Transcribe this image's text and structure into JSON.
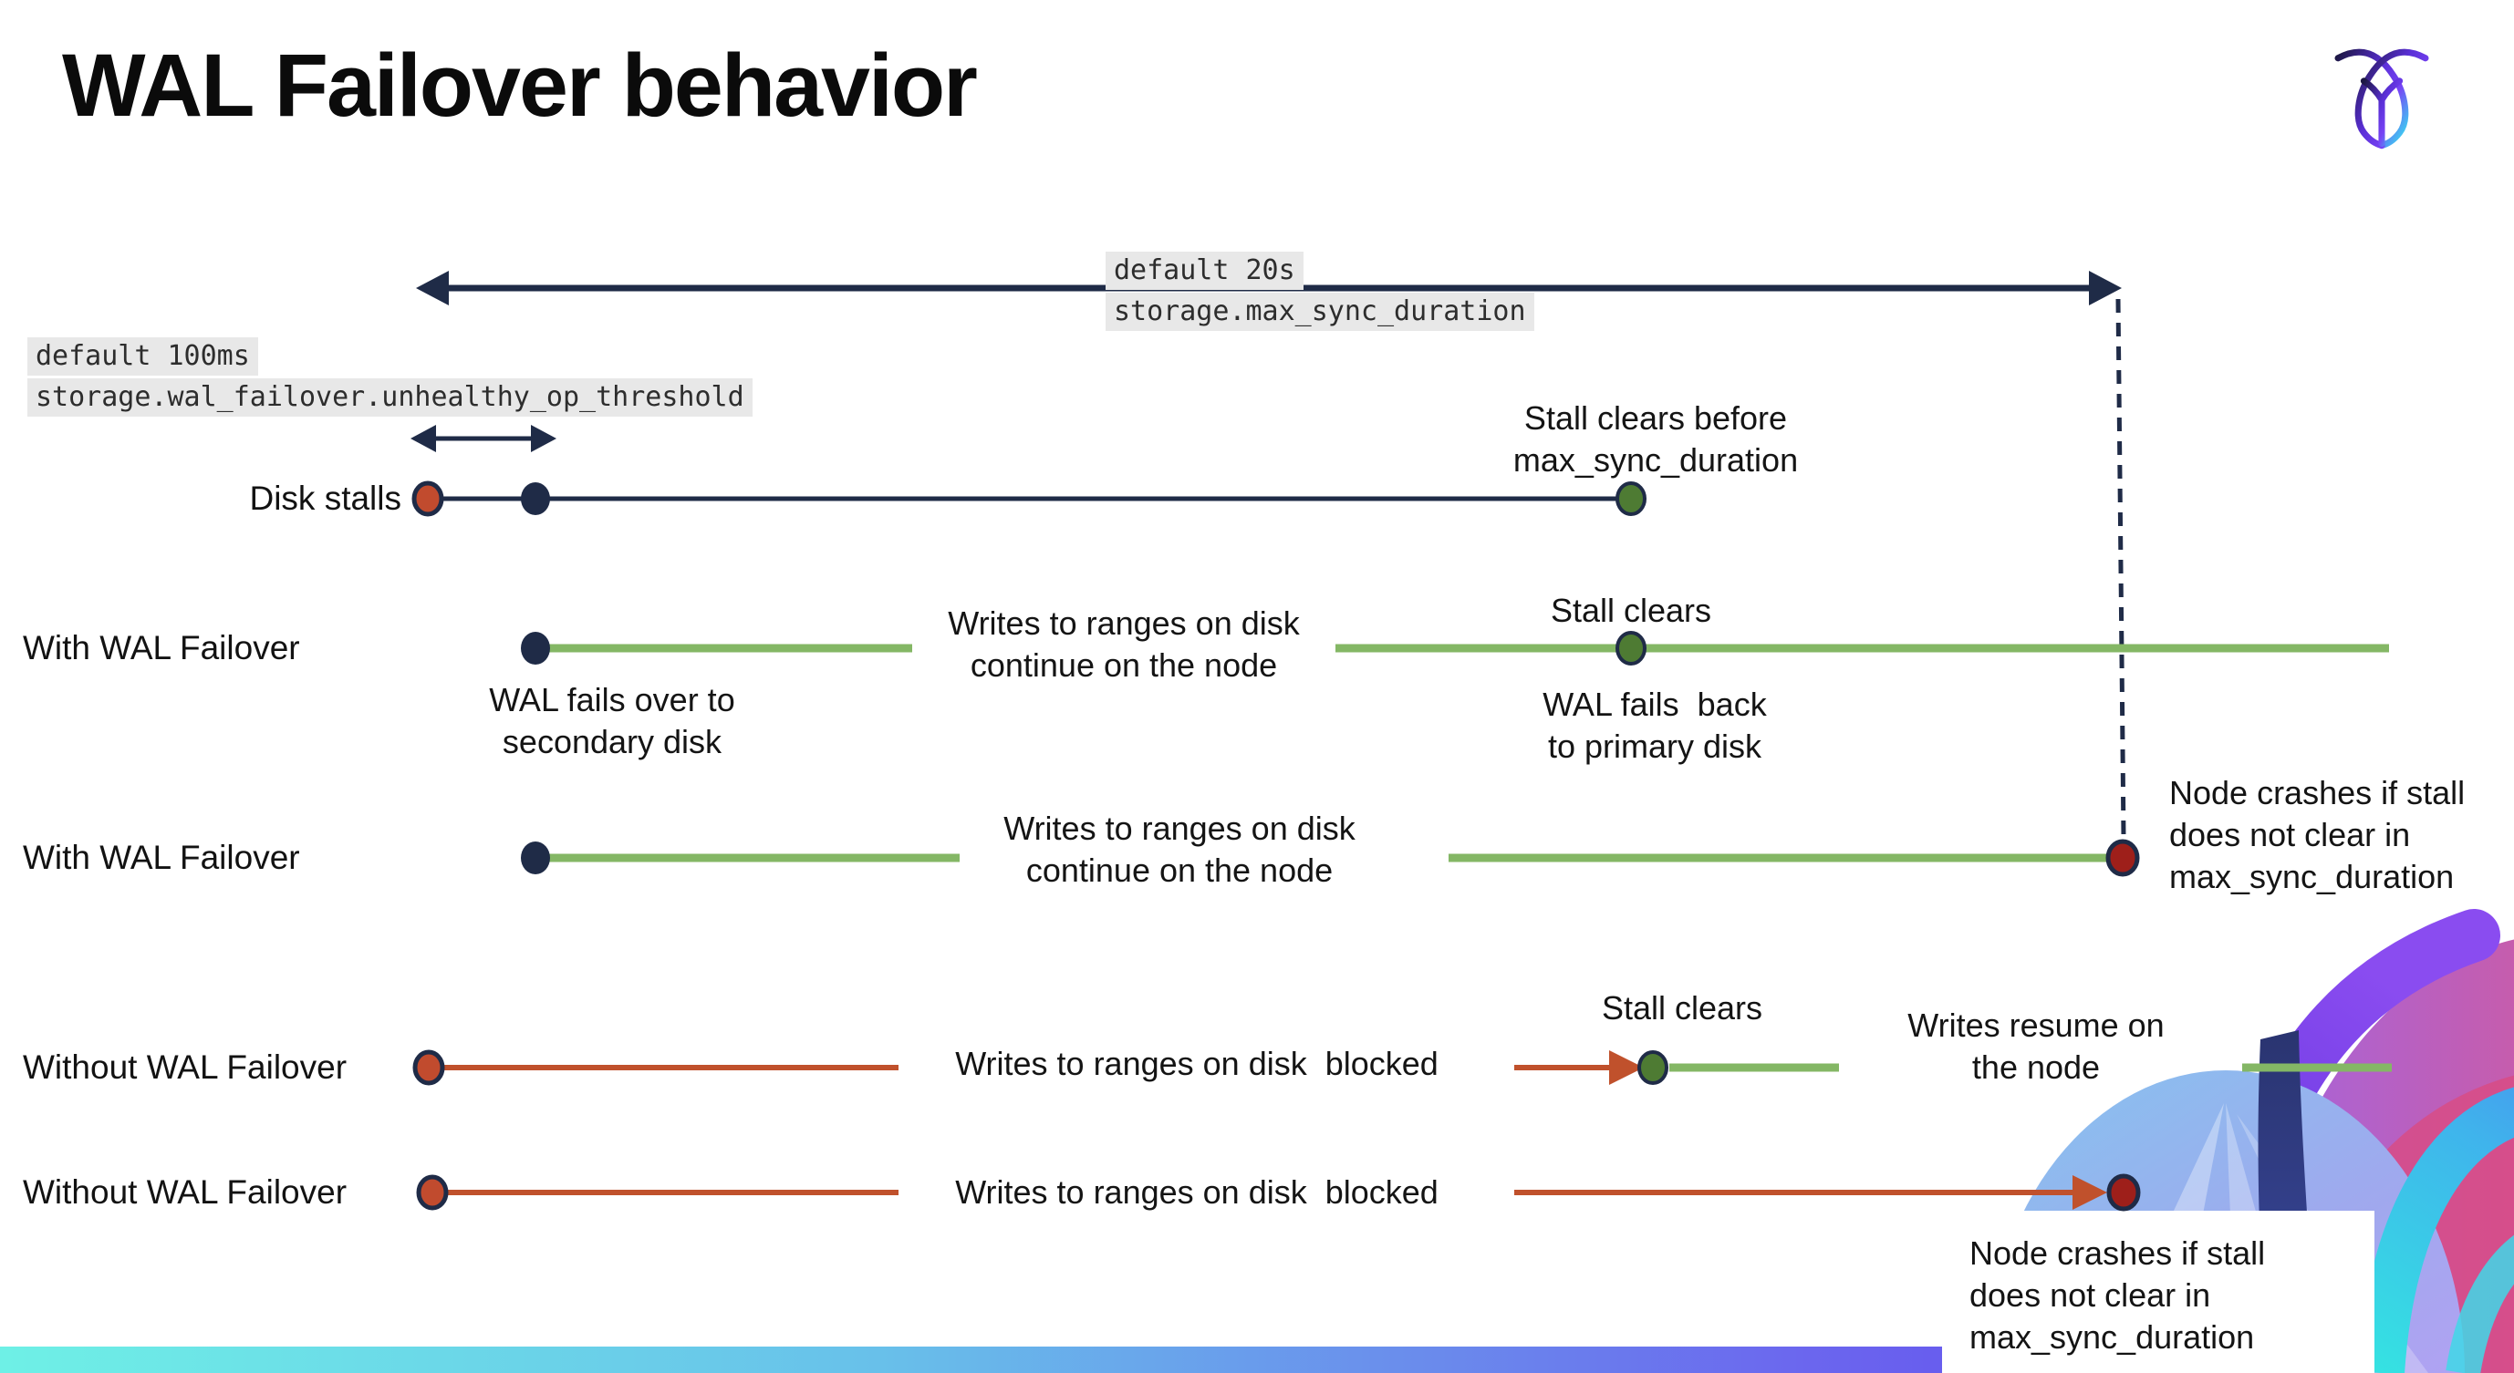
{
  "slide": {
    "title": "WAL Failover behavior"
  },
  "settings": {
    "max_sync": {
      "default_value": "default 20s",
      "setting_name": "storage.max_sync_duration"
    },
    "unhealthy_op": {
      "default_value": "default 100ms",
      "setting_name": "storage.wal_failover.unhealthy_op_threshold"
    }
  },
  "rows": [
    {
      "label": "Disk stalls"
    },
    {
      "label": "With WAL Failover"
    },
    {
      "label": "With WAL Failover"
    },
    {
      "label": "Without WAL Failover"
    },
    {
      "label": "Without WAL Failover"
    }
  ],
  "annotations": {
    "stall_clears_before": "Stall clears before\nmax_sync_duration",
    "writes_continue_row2": "Writes to ranges on disk\ncontinue on the node",
    "wal_fails_over": "WAL fails over to\nsecondary disk",
    "stall_clears_row2": "Stall clears",
    "wal_fails_back": "WAL fails  back\nto primary disk",
    "writes_continue_row3": "Writes to ranges on disk\ncontinue on the node",
    "node_crashes_row3": "Node crashes if stall\ndoes not clear in\nmax_sync_duration",
    "writes_blocked_row4": "Writes to ranges on disk  blocked",
    "stall_clears_row4": "Stall clears",
    "writes_resume": "Writes resume on\nthe node",
    "writes_blocked_row5": "Writes to ranges on disk  blocked",
    "node_crashes_row5": "Node crashes if stall\ndoes not clear in\nmax_sync_duration"
  },
  "colors": {
    "navy": "#1f2b47",
    "green_line": "#84b765",
    "green_dot": "#4e7b33",
    "red_dot": "#c14b2e",
    "crash_red": "#9e1f1a",
    "red_line": "#c0512c",
    "highlight_bg": "#e8e8e8",
    "text": "#141414",
    "title": "#0b0b0b",
    "bar_left": "#6ef0e6",
    "bar_mid1": "#68c0ea",
    "bar_mid2": "#6b66ee",
    "bar_right": "#5a38f0"
  }
}
